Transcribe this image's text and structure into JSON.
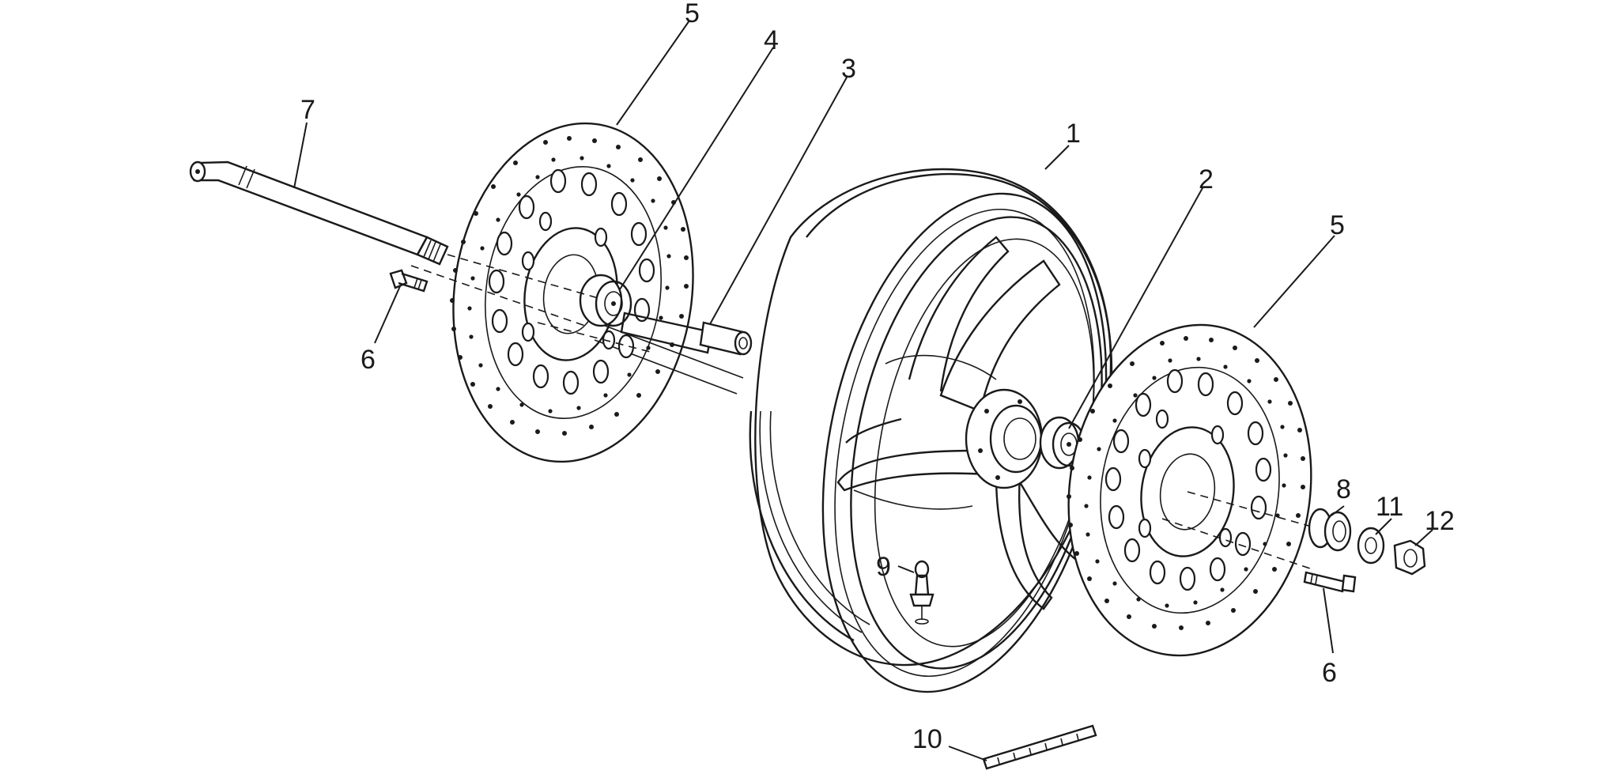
{
  "callouts": {
    "c1": "1",
    "c2": "2",
    "c3": "3",
    "c4": "4",
    "c5a": "5",
    "c5b": "5",
    "c6a": "6",
    "c6b": "6",
    "c7": "7",
    "c8": "8",
    "c9": "9",
    "c10": "10",
    "c11": "11",
    "c12": "12"
  },
  "colors": {
    "ink": "#1a1a1a",
    "background": "#ffffff"
  }
}
